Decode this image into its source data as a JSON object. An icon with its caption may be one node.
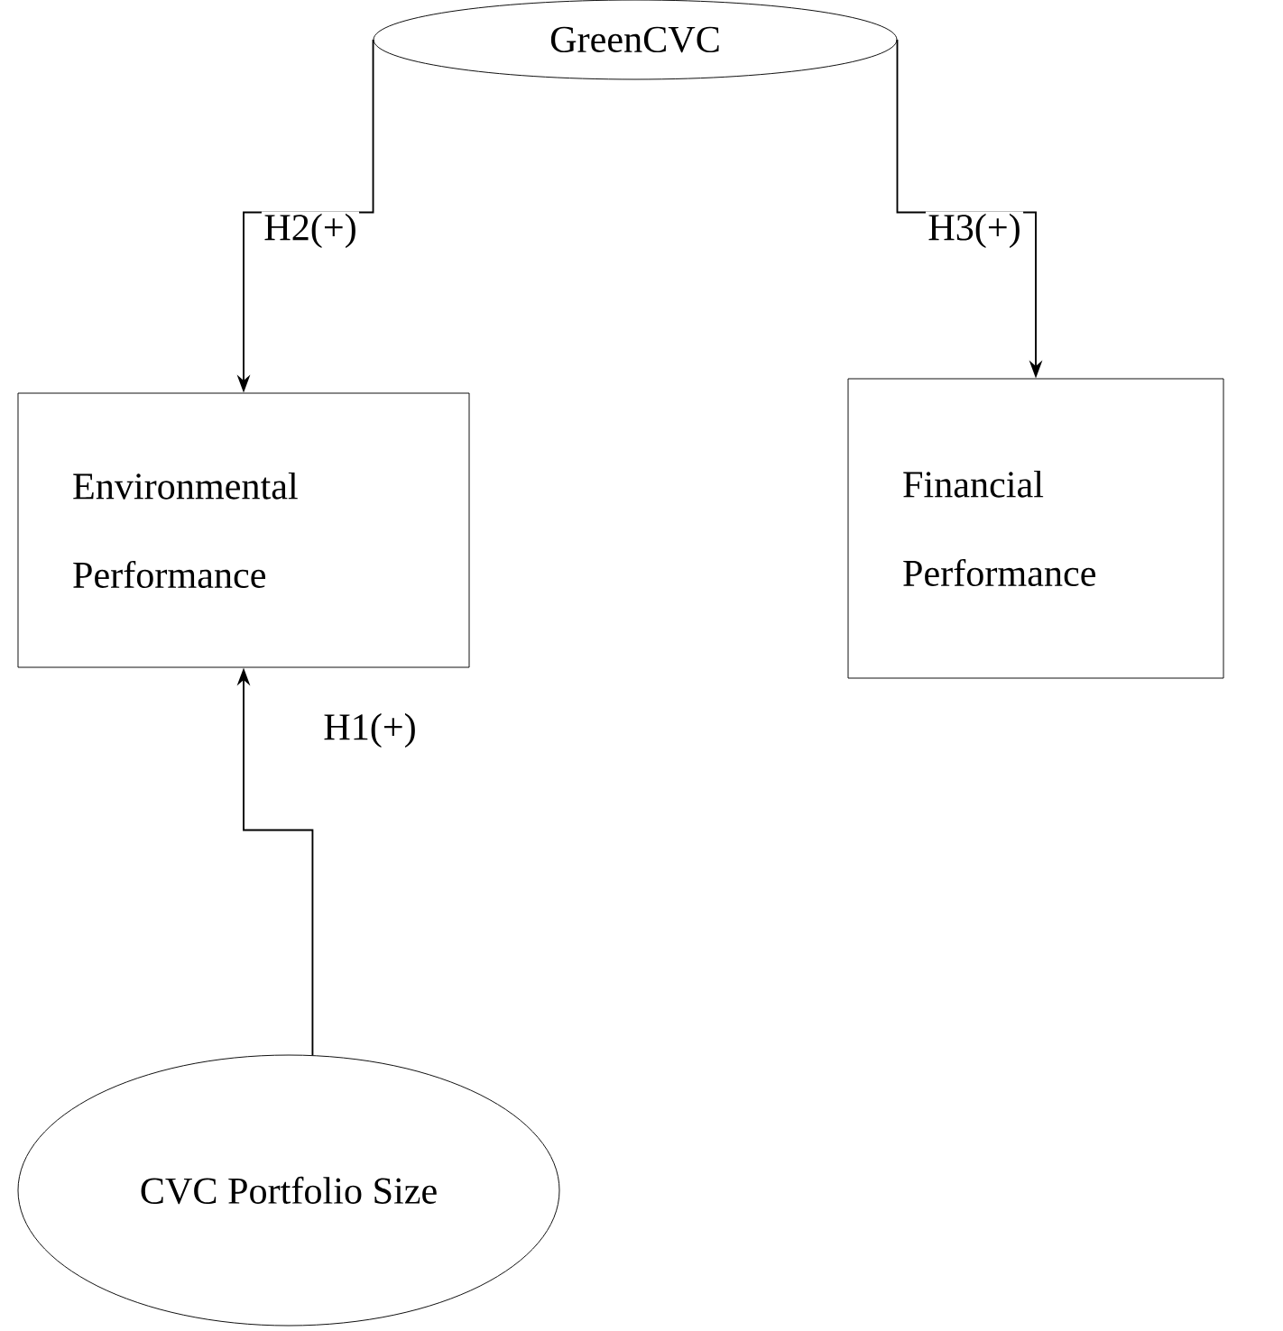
{
  "diagram": {
    "nodes": [
      {
        "text": [
          "GreenCVC"
        ]
      },
      {
        "text": [
          "Environmental Performance"
        ]
      },
      {
        "text": [
          "Financial Performance"
        ]
      },
      {
        "text": [
          "CVC Portfolio Size"
        ]
      }
    ],
    "edges": [
      {
        "from": 0,
        "to": 1,
        "arrow": "to",
        "label": "H2(+)"
      },
      {
        "from": 0,
        "to": 2,
        "arrow": "to",
        "label": "H3(+)"
      },
      {
        "from": 3,
        "to": 1,
        "arrow": "to",
        "label": "H1(+)"
      }
    ]
  }
}
